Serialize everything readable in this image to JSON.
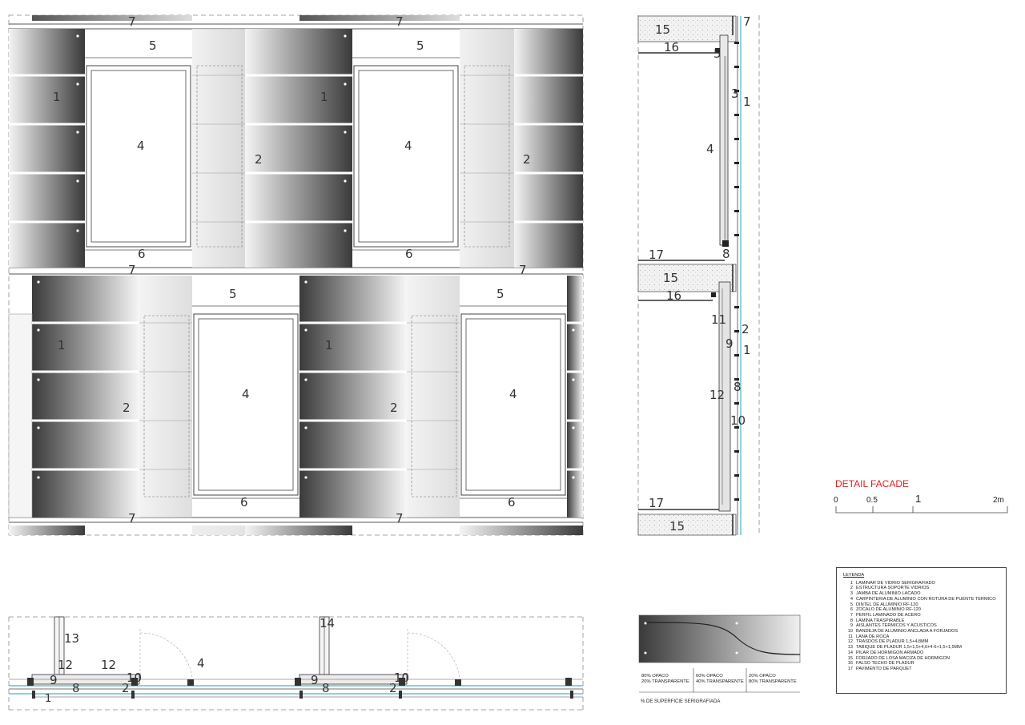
{
  "title": "DETAIL FACADE",
  "scale": {
    "labels": [
      "0",
      "0.5",
      "1",
      "2m"
    ]
  },
  "legend": {
    "heading": "LEYENDA",
    "items": [
      {
        "n": "1",
        "text": "LAMINAR DE VIDRIO SERIGRAFIADO"
      },
      {
        "n": "2",
        "text": "ESTRUCTURA SOPORTE VIDRIOS"
      },
      {
        "n": "3",
        "text": "JAMBA DE ALUMINIO LACADO"
      },
      {
        "n": "4",
        "text": "CARPINTERIA DE ALUMINIO CON ROTURA DE PUENTE TERMICO"
      },
      {
        "n": "5",
        "text": "DINTEL DE ALUMINIO RF-120"
      },
      {
        "n": "6",
        "text": "ZOCALO DE ALUMINIO RF-120"
      },
      {
        "n": "7",
        "text": "PERFIL LAMINADO DE ACERO"
      },
      {
        "n": "8",
        "text": "LAMINA TRASPIRABLE"
      },
      {
        "n": "9",
        "text": "AISLANTES TERMICOS Y ACUSTICOS"
      },
      {
        "n": "10",
        "text": "BANDEJA DE ALUMINIO ANCLADA A FORJADOS"
      },
      {
        "n": "11",
        "text": "LANA DE ROCA"
      },
      {
        "n": "12",
        "text": "TRASDOS DE PLADUR 1,5+4,8MM"
      },
      {
        "n": "13",
        "text": "TABIQUE DE PLADUR 1,5+1,5+4,6+4-6+1,5+1,5MM"
      },
      {
        "n": "14",
        "text": "PILAR DE HORMIGON ARMADO"
      },
      {
        "n": "15",
        "text": "FORJADO DE LOSA MACIZA DE HORMIGON"
      },
      {
        "n": "16",
        "text": "FALSO TECHO DE PLADUR"
      },
      {
        "n": "17",
        "text": "PAVIMENTO DE PARQUET"
      }
    ]
  },
  "swatch": {
    "labels": [
      {
        "line1": "80% OPACO",
        "line2": "20% TRANSPARENTE"
      },
      {
        "line1": "60% OPACO",
        "line2": "40% TRANSPARENTE"
      },
      {
        "line1": "20% OPACO",
        "line2": "80% TRANSPARENTE"
      }
    ],
    "note": "% DE SUPERFICIE SERIGRAFIADA"
  },
  "elevation_labels": {
    "n1": "1",
    "n2": "2",
    "n4": "4",
    "n5": "5",
    "n6": "6",
    "n7": "7"
  },
  "section_labels": {
    "n1": "1",
    "n2": "2",
    "n3": "3",
    "n4": "4",
    "n8": "8",
    "n9": "9",
    "n10": "10",
    "n11": "11",
    "n12": "12",
    "n15": "15",
    "n16": "16",
    "n17": "17"
  },
  "plan_labels": {
    "n1": "1",
    "n2": "2",
    "n4": "4",
    "n8": "8",
    "n9": "9",
    "n10": "10",
    "n12": "12",
    "n13": "13",
    "n14": "14"
  },
  "colors": {
    "title": "#e02020",
    "line": "#444444",
    "glass_dark": "#404040",
    "cyan": "#4ab3c4"
  }
}
